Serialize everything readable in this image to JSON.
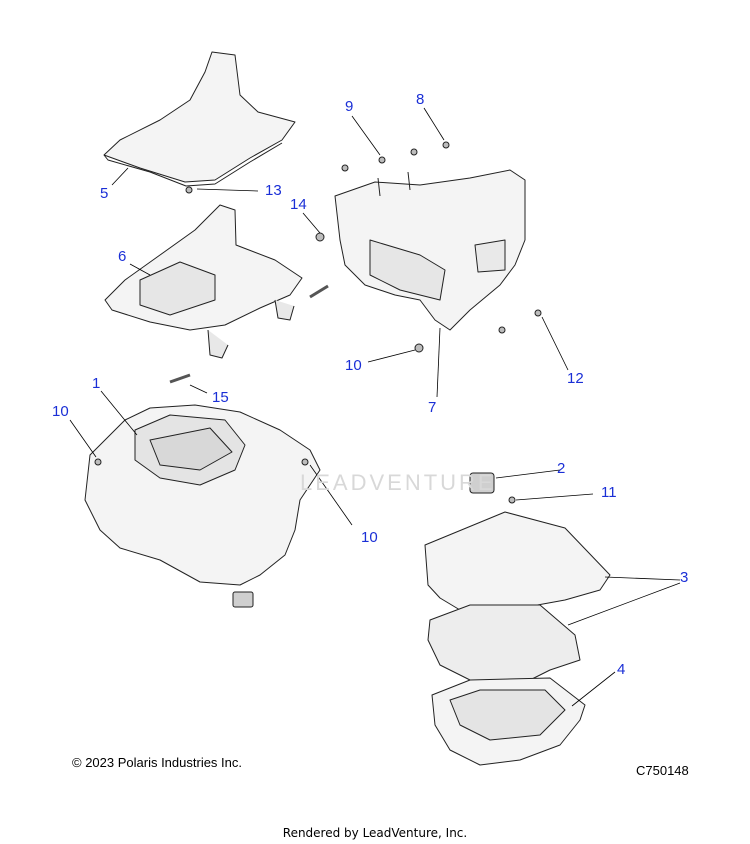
{
  "callouts": {
    "c1": "1",
    "c2": "2",
    "c3": "3",
    "c4": "4",
    "c5": "5",
    "c6": "6",
    "c7": "7",
    "c8": "8",
    "c9": "9",
    "c10a": "10",
    "c10b": "10",
    "c10c": "10",
    "c11": "11",
    "c12": "12",
    "c13": "13",
    "c14": "14",
    "c15": "15"
  },
  "copyright": "© 2023 Polaris Industries Inc.",
  "part_number": "C750148",
  "rendered_by": "Rendered by LeadVenture, Inc.",
  "watermark": "LEADVENTURE",
  "colors": {
    "callout": "#1a2fd6",
    "line": "#000000",
    "part_fill": "#f4f4f4"
  }
}
